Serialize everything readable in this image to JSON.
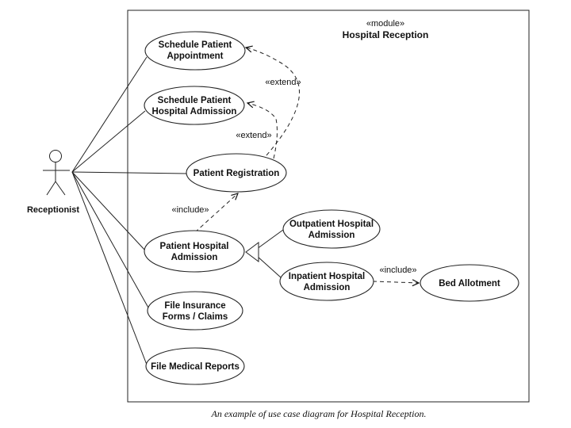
{
  "module": {
    "stereotype": "«module»",
    "name": "Hospital Reception"
  },
  "actor": {
    "name": "Receptionist"
  },
  "use_cases": {
    "schedule_appointment": [
      "Schedule Patient",
      "Appointment"
    ],
    "schedule_admission": [
      "Schedule Patient",
      "Hospital Admission"
    ],
    "patient_registration": [
      "Patient Registration"
    ],
    "patient_admission": [
      "Patient Hospital",
      "Admission"
    ],
    "outpatient_admission": [
      "Outpatient Hospital",
      "Admission"
    ],
    "inpatient_admission": [
      "Inpatient Hospital",
      "Admission"
    ],
    "bed_allotment": [
      "Bed Allotment"
    ],
    "file_insurance": [
      "File Insurance",
      "Forms / Claims"
    ],
    "file_medical_reports": [
      "File Medical Reports"
    ]
  },
  "relationships": {
    "extend_1": "«extend»",
    "extend_2": "«extend»",
    "include_1": "«include»",
    "include_2": "«include»"
  },
  "caption": "An example of use case diagram for Hospital Reception."
}
